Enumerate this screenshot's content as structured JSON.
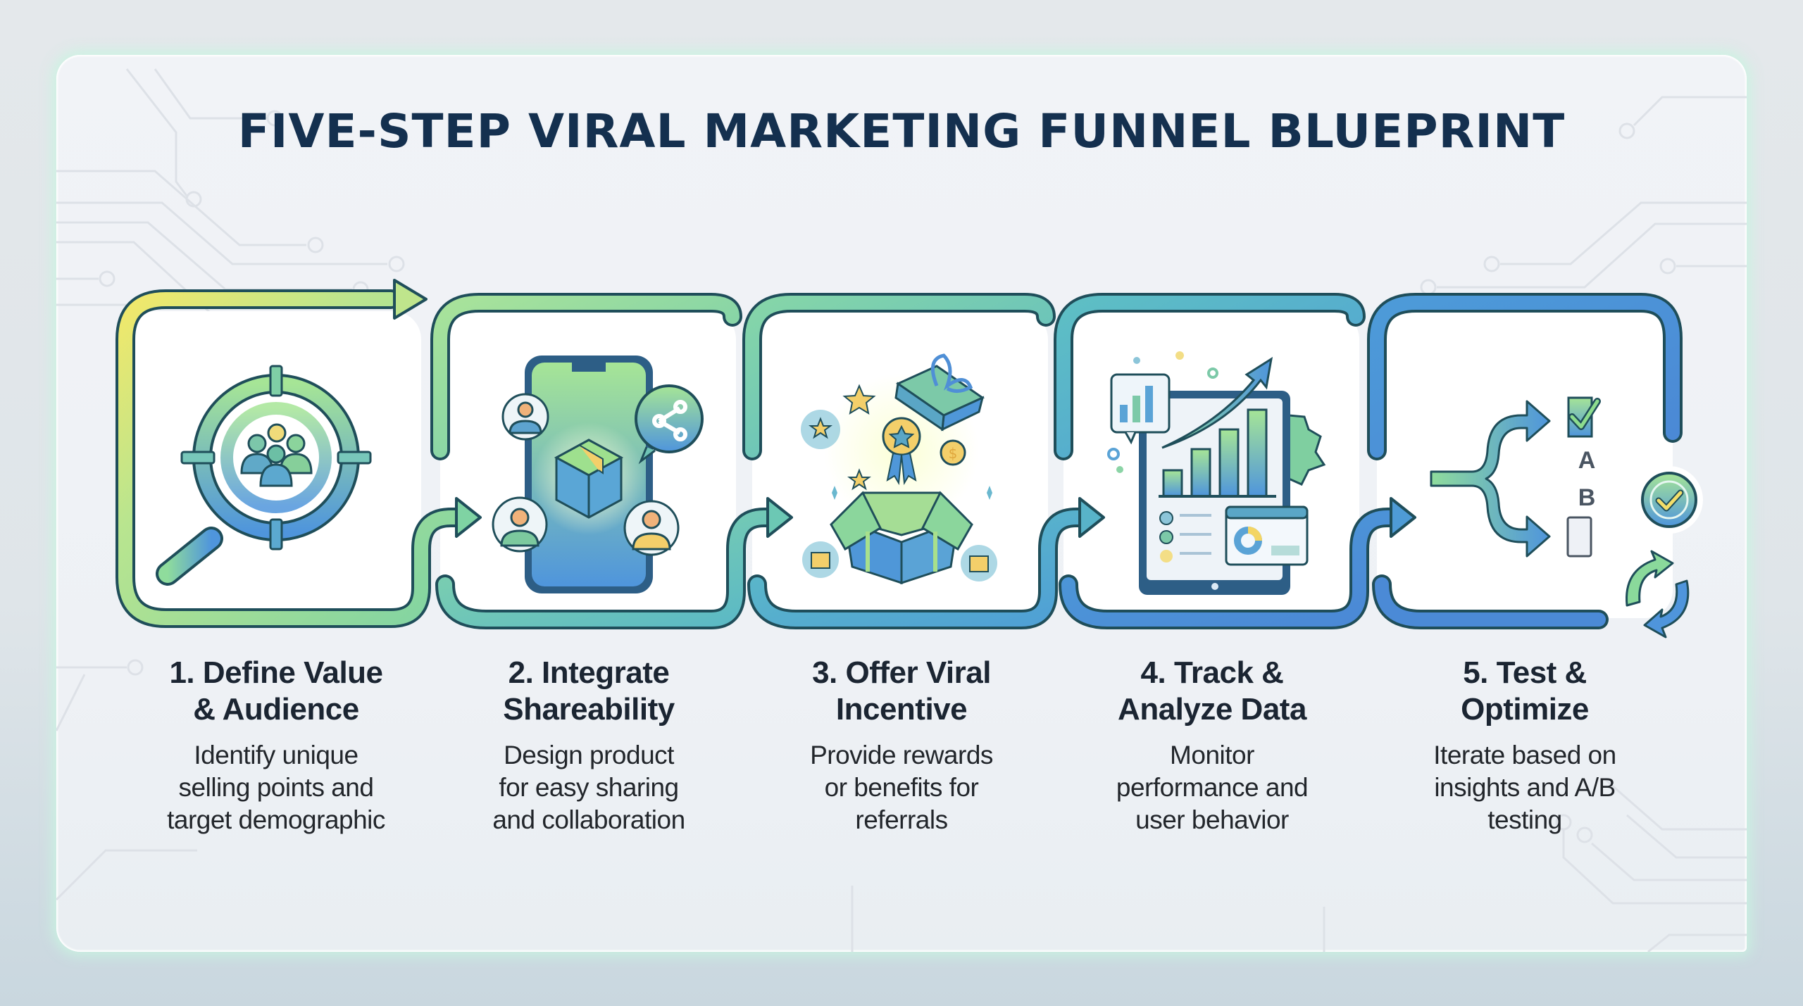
{
  "title": "FIVE-STEP VIRAL MARKETING FUNNEL BLUEPRINT",
  "colors": {
    "title": "#14304f",
    "outline": "#1f4e5a",
    "green_light": "#b8e58e",
    "green": "#7fd3a3",
    "teal": "#5bb8c4",
    "blue": "#4a90d9",
    "yellow": "#f2d863"
  },
  "steps": [
    {
      "number": "1",
      "title_line1": "1. Define Value",
      "title_line2": "& Audience",
      "desc_line1": "Identify unique",
      "desc_line2": "selling points and",
      "desc_line3": "target demographic",
      "icon": "target-magnifier-audience-icon"
    },
    {
      "number": "2",
      "title_line1": "2. Integrate",
      "title_line2": "Shareability",
      "desc_line1": "Design product",
      "desc_line2": "for easy sharing",
      "desc_line3": "and collaboration",
      "icon": "smartphone-share-icon"
    },
    {
      "number": "3",
      "title_line1": "3. Offer Viral",
      "title_line2": "Incentive",
      "desc_line1": "Provide rewards",
      "desc_line2": "or benefits for",
      "desc_line3": "referrals",
      "icon": "gift-box-rewards-icon"
    },
    {
      "number": "4",
      "title_line1": "4. Track &",
      "title_line2": "Analyze Data",
      "desc_line1": "Monitor",
      "desc_line2": "performance and",
      "desc_line3": "user behavior",
      "icon": "analytics-dashboard-icon"
    },
    {
      "number": "5",
      "title_line1": "5. Test &",
      "title_line2": "Optimize",
      "desc_line1": "Iterate based on",
      "desc_line2": "insights and A/B",
      "desc_line3": "testing",
      "icon": "ab-test-split-icon",
      "ab_labels": {
        "a": "A",
        "b": "B"
      }
    }
  ]
}
